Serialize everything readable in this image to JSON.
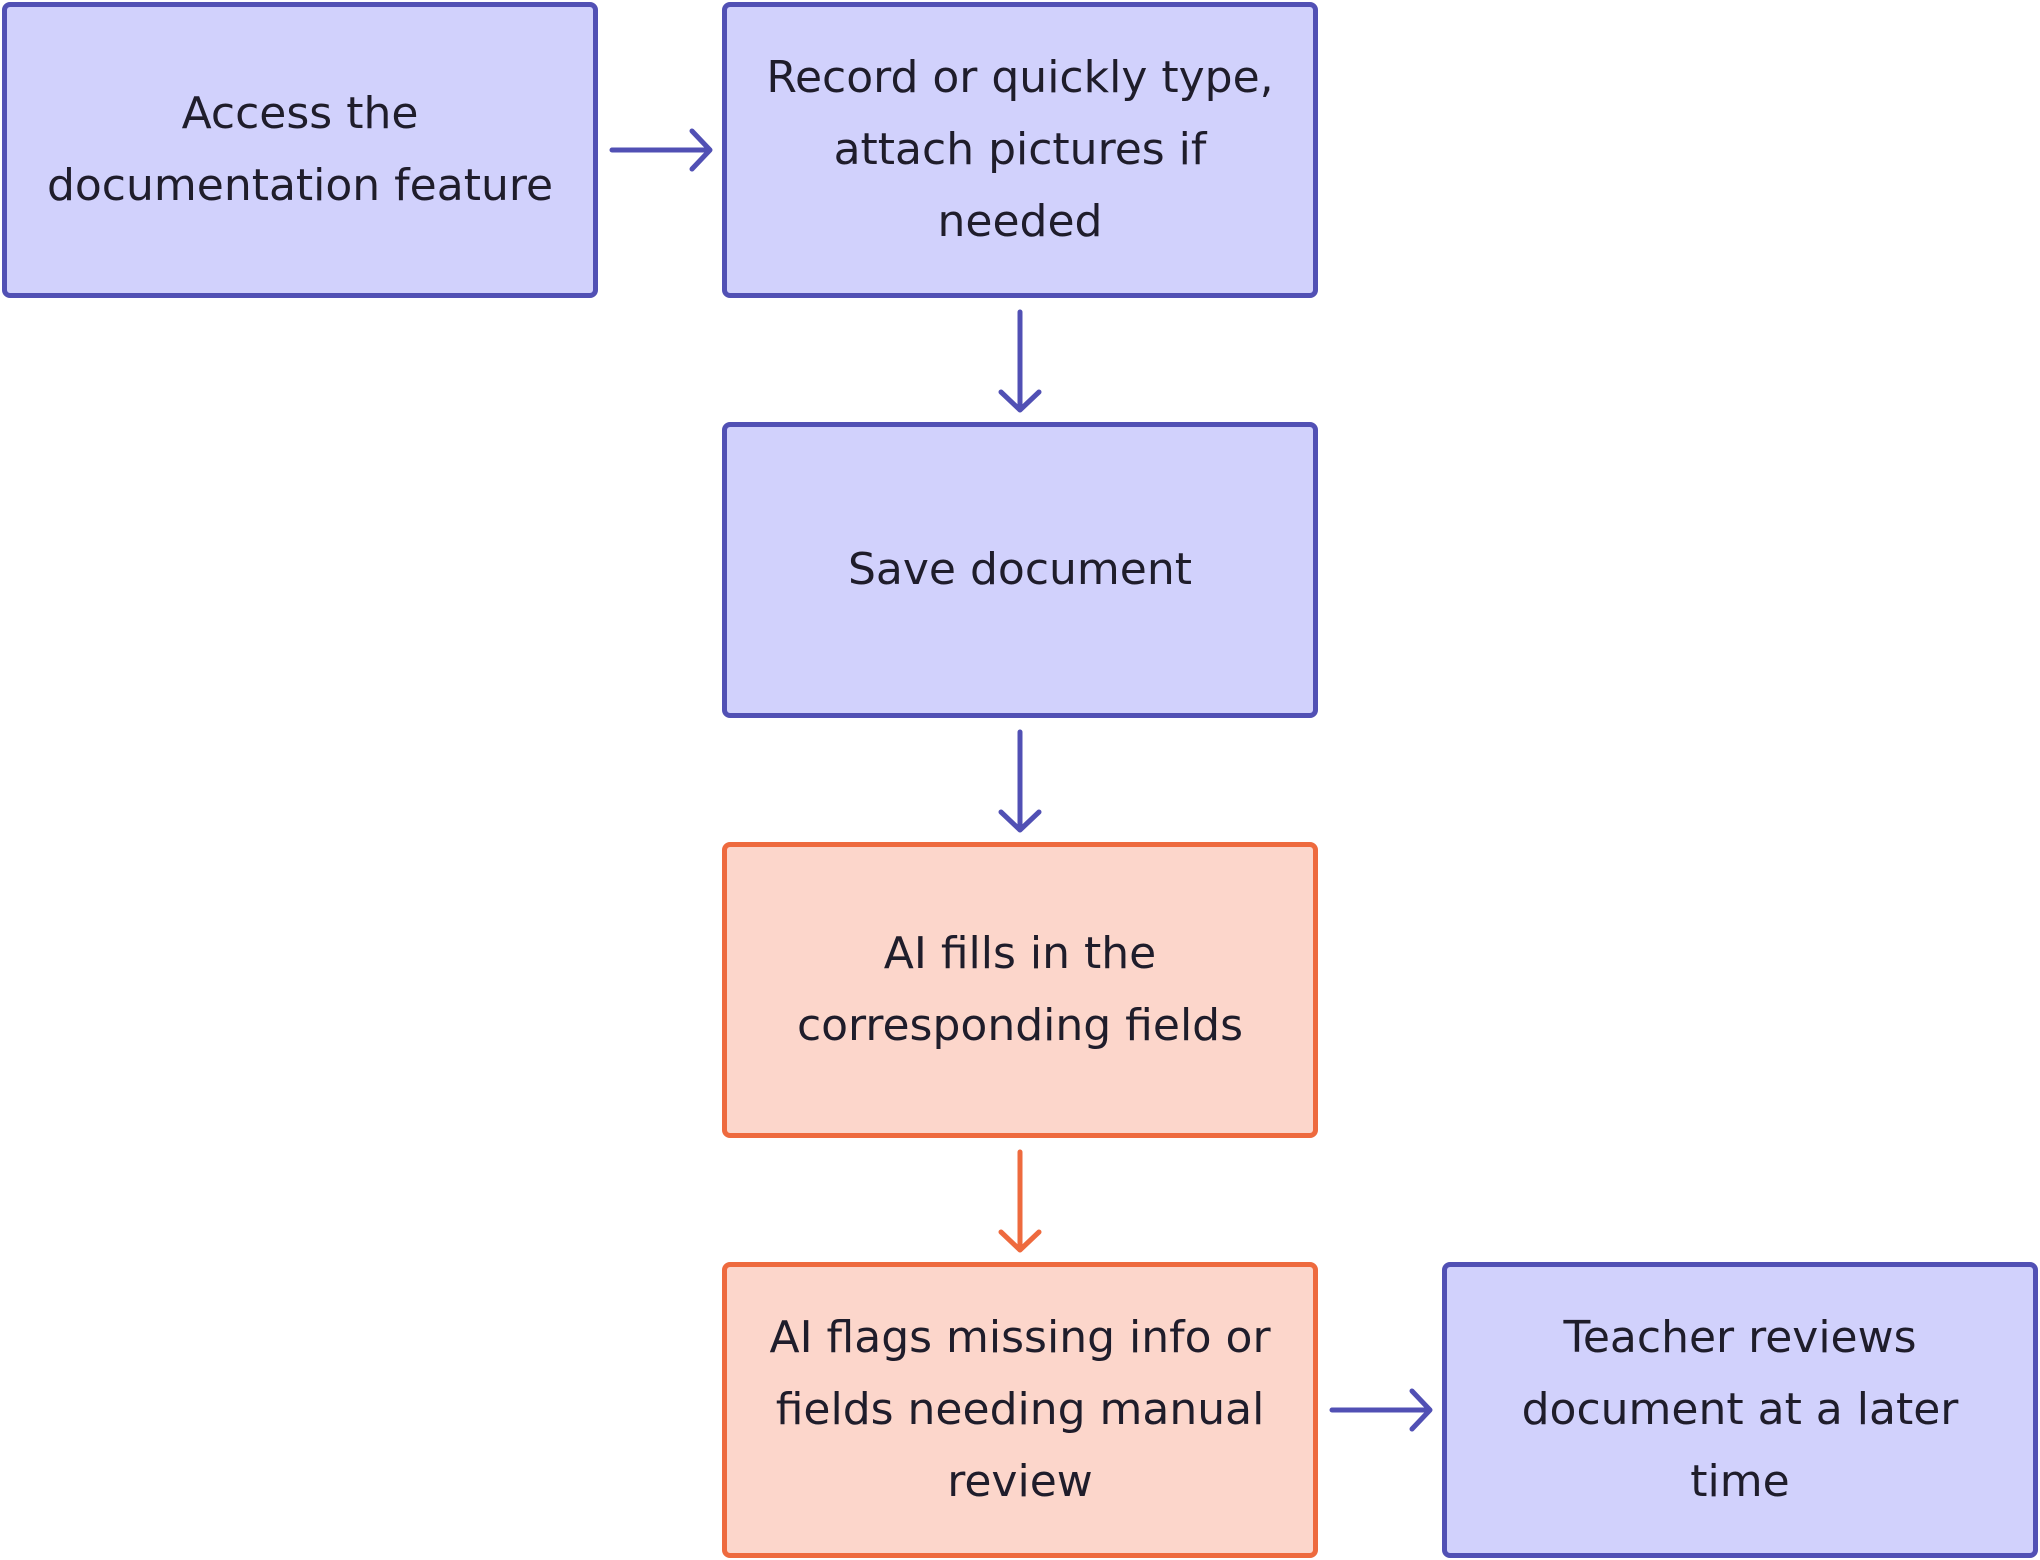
{
  "colors": {
    "human_step_fill": "#d1d1fc",
    "human_step_border": "#5150b4",
    "ai_step_fill": "#fcd6cb",
    "ai_step_border": "#ee6a3e",
    "text": "#1f1d2b"
  },
  "steps": [
    {
      "id": "access",
      "label": "Access the\ndocumentation feature",
      "kind": "human"
    },
    {
      "id": "record",
      "label": "Record or quickly type,\nattach pictures if needed",
      "kind": "human"
    },
    {
      "id": "save",
      "label": "Save document",
      "kind": "human"
    },
    {
      "id": "ai_fill",
      "label": "AI fills in the\ncorresponding fields",
      "kind": "ai"
    },
    {
      "id": "ai_flag",
      "label": "AI flags missing info or\nfields needing manual\nreview",
      "kind": "ai"
    },
    {
      "id": "teacher",
      "label": "Teacher reviews\ndocument at a later time",
      "kind": "human"
    }
  ],
  "connections": [
    {
      "from": "access",
      "to": "record",
      "kind": "human"
    },
    {
      "from": "record",
      "to": "save",
      "kind": "human"
    },
    {
      "from": "save",
      "to": "ai_fill",
      "kind": "human"
    },
    {
      "from": "ai_fill",
      "to": "ai_flag",
      "kind": "ai"
    },
    {
      "from": "ai_flag",
      "to": "teacher",
      "kind": "human"
    }
  ]
}
